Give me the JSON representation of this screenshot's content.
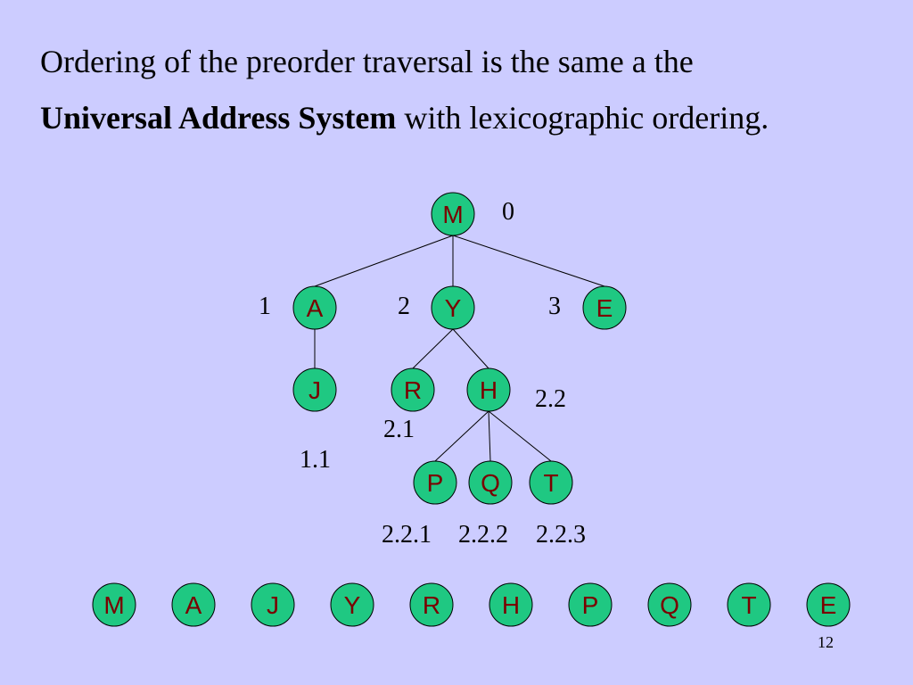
{
  "title": {
    "line1": "Ordering of the preorder traversal is the same a the",
    "line2_bold": "Universal Address System",
    "line2_rest": " with lexicographic ordering."
  },
  "tree": {
    "node_fill": "#1fc882",
    "node_stroke": "#000000",
    "label_color": "#7a0000",
    "nodes": [
      {
        "id": "M",
        "label": "M",
        "address": "0"
      },
      {
        "id": "A",
        "label": "A",
        "address": "1"
      },
      {
        "id": "Y",
        "label": "Y",
        "address": "2"
      },
      {
        "id": "E",
        "label": "E",
        "address": "3"
      },
      {
        "id": "J",
        "label": "J",
        "address": "1.1"
      },
      {
        "id": "R",
        "label": "R",
        "address": "2.1"
      },
      {
        "id": "H",
        "label": "H",
        "address": "2.2"
      },
      {
        "id": "P",
        "label": "P",
        "address": "2.2.1"
      },
      {
        "id": "Q",
        "label": "Q",
        "address": "2.2.2"
      },
      {
        "id": "T",
        "label": "T",
        "address": "2.2.3"
      }
    ],
    "edges": [
      [
        "M",
        "A"
      ],
      [
        "M",
        "Y"
      ],
      [
        "M",
        "E"
      ],
      [
        "A",
        "J"
      ],
      [
        "Y",
        "R"
      ],
      [
        "Y",
        "H"
      ],
      [
        "H",
        "P"
      ],
      [
        "H",
        "Q"
      ],
      [
        "H",
        "T"
      ]
    ]
  },
  "traversal": [
    "M",
    "A",
    "J",
    "Y",
    "R",
    "H",
    "P",
    "Q",
    "T",
    "E"
  ],
  "page_number": "12"
}
